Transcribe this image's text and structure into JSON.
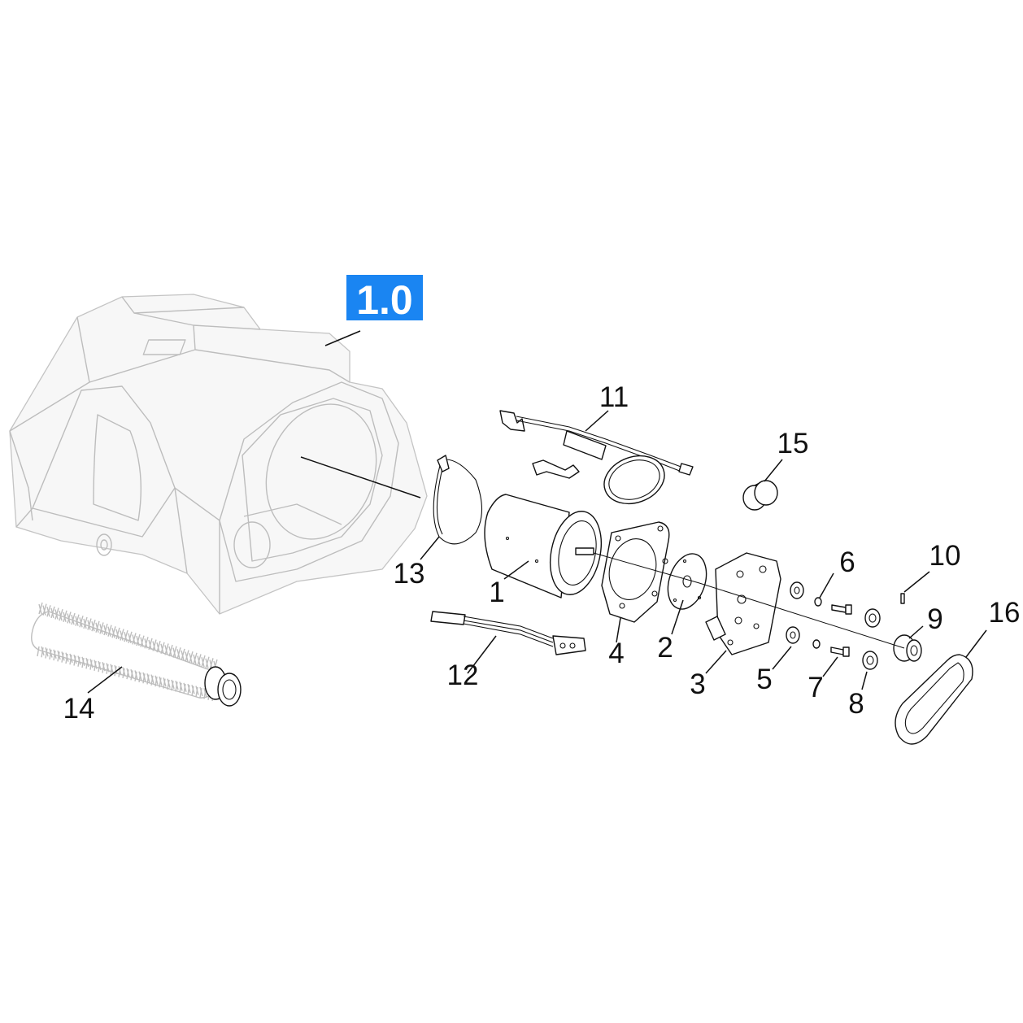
{
  "badge": {
    "text": "1.0",
    "color": "#1a85f2"
  },
  "parts": [
    {
      "id": "1",
      "label": "1"
    },
    {
      "id": "2",
      "label": "2"
    },
    {
      "id": "3",
      "label": "3"
    },
    {
      "id": "4",
      "label": "4"
    },
    {
      "id": "5",
      "label": "5"
    },
    {
      "id": "6",
      "label": "6"
    },
    {
      "id": "7",
      "label": "7"
    },
    {
      "id": "8",
      "label": "8"
    },
    {
      "id": "9",
      "label": "9"
    },
    {
      "id": "10",
      "label": "10"
    },
    {
      "id": "11",
      "label": "11"
    },
    {
      "id": "12",
      "label": "12"
    },
    {
      "id": "13",
      "label": "13"
    },
    {
      "id": "14",
      "label": "14"
    },
    {
      "id": "15",
      "label": "15"
    },
    {
      "id": "16",
      "label": "16"
    }
  ]
}
